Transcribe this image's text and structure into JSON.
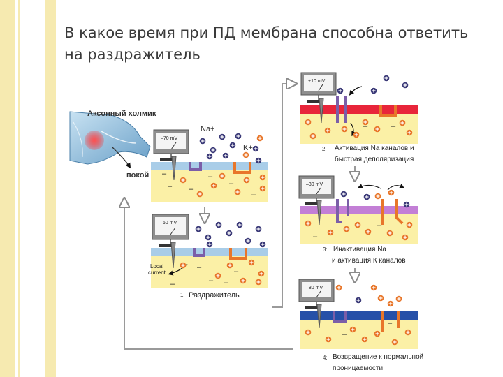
{
  "slide": {
    "title": "В какое время при ПД мембрана способна ответить на раздражитель"
  },
  "diagram": {
    "axon_hillock_label": "Аксонный холмик",
    "rest_label": "покой",
    "ion_na": "Na+",
    "ion_k": "K+",
    "local_current_line1": "Local",
    "local_current_line2": "current",
    "meters": {
      "m0": "–70 mV",
      "m1": "–60 mV",
      "m2": "+10 mV",
      "m3": "–30 mV",
      "m4": "–80 mV"
    },
    "steps": [
      {
        "num": "1:",
        "line1": "Раздражитель",
        "line2": ""
      },
      {
        "num": "2:",
        "line1": "Активация Na каналов и",
        "line2": "быстрая деполяризация"
      },
      {
        "num": "3:",
        "line1": "Инактивация Na",
        "line2": "и активация К каналов"
      },
      {
        "num": "4:",
        "line1": "Возвращение к нормальной",
        "line2": "проницаемости"
      }
    ]
  },
  "colors": {
    "accent_bar": "#f6eab0",
    "membrane_rest": "#a9cde8",
    "membrane_depolarized": "#e8253a",
    "membrane_inactivation": "#c37fd6",
    "membrane_repolarized": "#2650a8",
    "cytoplasm": "#fbf0a6",
    "channel_na": "#7b5ea8",
    "channel_k": "#e8762a",
    "arrow": "#9a9a9a"
  }
}
